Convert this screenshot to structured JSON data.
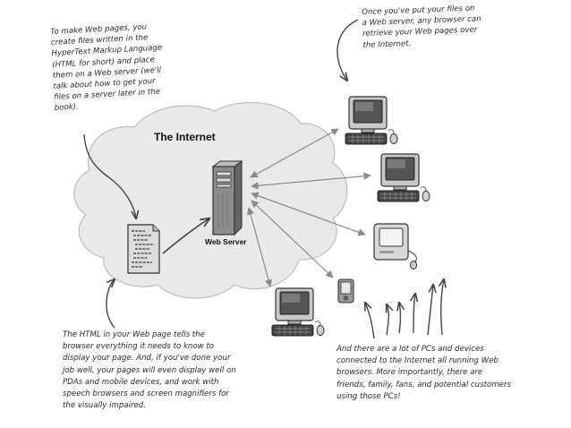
{
  "cloud": {
    "title": "The Internet"
  },
  "server": {
    "label": "Web Server"
  },
  "notes": {
    "authoring": [
      "To make Web pages, you",
      "create files written in the",
      "HyperText Markup Language",
      "(HTML for short) and place",
      "them on a Web server (we'll",
      "talk about how to get your",
      "files on a server later in the",
      "book)."
    ],
    "browsers": [
      "Once you've put your files on",
      "a Web server, any browser can",
      "retrieve your Web pages over",
      "the Internet."
    ],
    "html_tells": [
      "The HTML in your Web page tells the",
      "browser everything it needs to know to",
      "display your page.  And, if you've done your",
      "job well, your pages will even display well on",
      "PDAs and mobile devices, and work with",
      "speech browsers and screen magnifiers for",
      "the visually impaired."
    ],
    "devices": [
      "And there are a lot of PCs and devices",
      "connected to the Internet all running Web",
      "browsers. More importantly, there are",
      "friends, family, fans, and potential customers",
      "using those PCs!"
    ]
  },
  "icons": {
    "cloud": "cloud-icon",
    "server": "server-tower-icon",
    "document": "html-document-icon",
    "pc": "desktop-computer-icon",
    "pda": "pda-icon"
  },
  "colors": {
    "cloud_fill": "#e9e9e9",
    "cloud_stroke": "#bdbdbd",
    "ink": "#333333",
    "arrow": "#8a8a8a"
  }
}
